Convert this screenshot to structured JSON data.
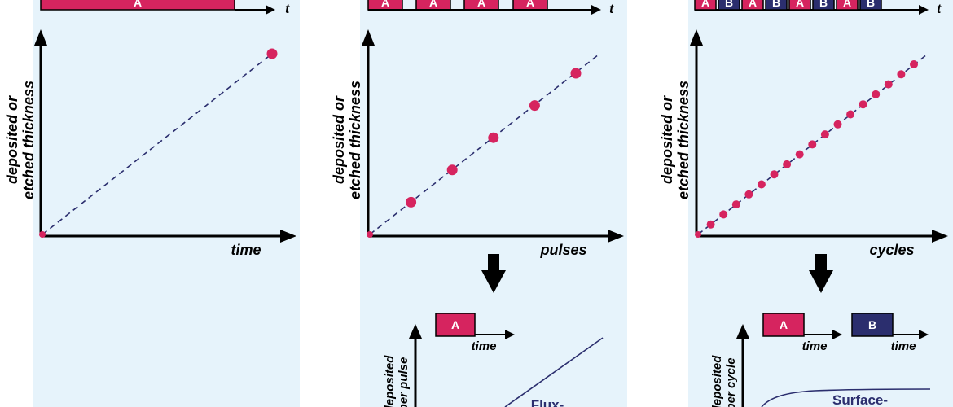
{
  "colors": {
    "pulse_a": "#d6245f",
    "pulse_b": "#2b2e6e",
    "panel_background": "#e6f3fb",
    "line": "#2b2e6e",
    "dot": "#d6245f"
  },
  "panels": [
    {
      "id": "continuous",
      "timeline_label": "t",
      "pulse_labels": [
        "A"
      ],
      "ylabel_line1": "deposited or",
      "ylabel_line2": "etched thickness",
      "xlabel": "time",
      "points": 2
    },
    {
      "id": "pulsed",
      "timeline_label": "t",
      "pulse_labels": [
        "A",
        "A",
        "A",
        "A"
      ],
      "ylabel_line1": "deposited or",
      "ylabel_line2": "etched thickness",
      "xlabel": "pulses",
      "points": 6,
      "inset": {
        "pulse_label": "A",
        "time_label": "time",
        "ylabel_line1": "deposited",
        "ylabel_line2": "per pulse",
        "curve_label": "Flux-"
      }
    },
    {
      "id": "cyclic",
      "timeline_label": "t",
      "pulse_labels": [
        "A",
        "B",
        "A",
        "B",
        "A",
        "B",
        "A",
        "B"
      ],
      "ylabel_line1": "deposited or",
      "ylabel_line2": "etched thickness",
      "xlabel": "cycles",
      "points": 18,
      "inset": {
        "pulse_a_label": "A",
        "pulse_b_label": "B",
        "time_label_a": "time",
        "time_label_b": "time",
        "ylabel_line1": "deposited",
        "ylabel_line2": "per cycle",
        "curve_label": "Surface-"
      }
    }
  ]
}
